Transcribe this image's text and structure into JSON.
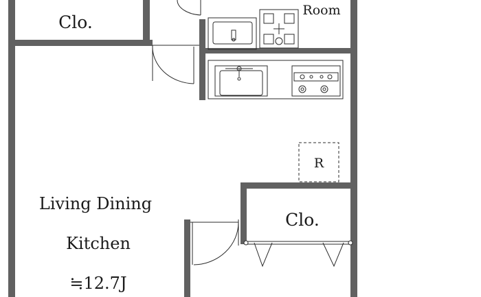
{
  "plan": {
    "labels": {
      "closet_top": "Clo.",
      "room": "Room",
      "refrigerator": "R",
      "living_line1": "Living Dining",
      "living_line2": "Kitchen",
      "area": "≒12.7J",
      "closet_lower": "Clo."
    },
    "colors": {
      "wall": "#616161",
      "line": "#2b2b2b",
      "background": "#ffffff"
    }
  }
}
